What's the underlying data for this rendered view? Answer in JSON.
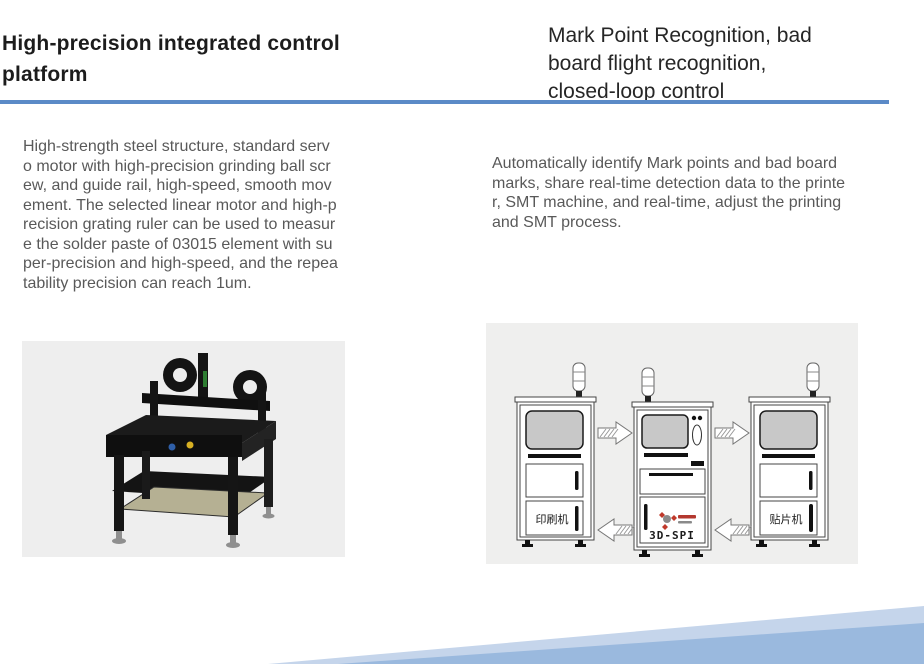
{
  "left_section": {
    "heading": "High-precision integrated control\nplatform",
    "body": "High-strength steel structure, standard serv\no motor with high-precision grinding ball scr\new, and guide rail, high-speed, smooth mov\nement. The selected linear motor and high-p\nrecision grating ruler can be used to measur\ne the solder paste of 03015 element with su\nper-precision and high-speed, and the repea\ntability precision can reach 1um."
  },
  "right_section": {
    "heading": "Mark Point Recognition, bad\nboard flight recognition,\nclosed-loop control",
    "body": "Automatically identify Mark points and bad board\nmarks, share real-time detection data to the printe\nr, SMT machine, and real-time, adjust the printing\nand SMT process.",
    "diagram": {
      "machines": [
        {
          "label": "印刷机"
        },
        {
          "label": "3D-SPI"
        },
        {
          "label": "贴片机"
        }
      ]
    }
  },
  "accent_colors": {
    "rule_blue": "#5b8ac7",
    "wedge_light_blue": "#c5d5eb",
    "wedge_medium_blue": "#9ab9de",
    "photo_background": "#eeeeee",
    "diagram_background": "#efefee",
    "body_text": "#595959"
  }
}
